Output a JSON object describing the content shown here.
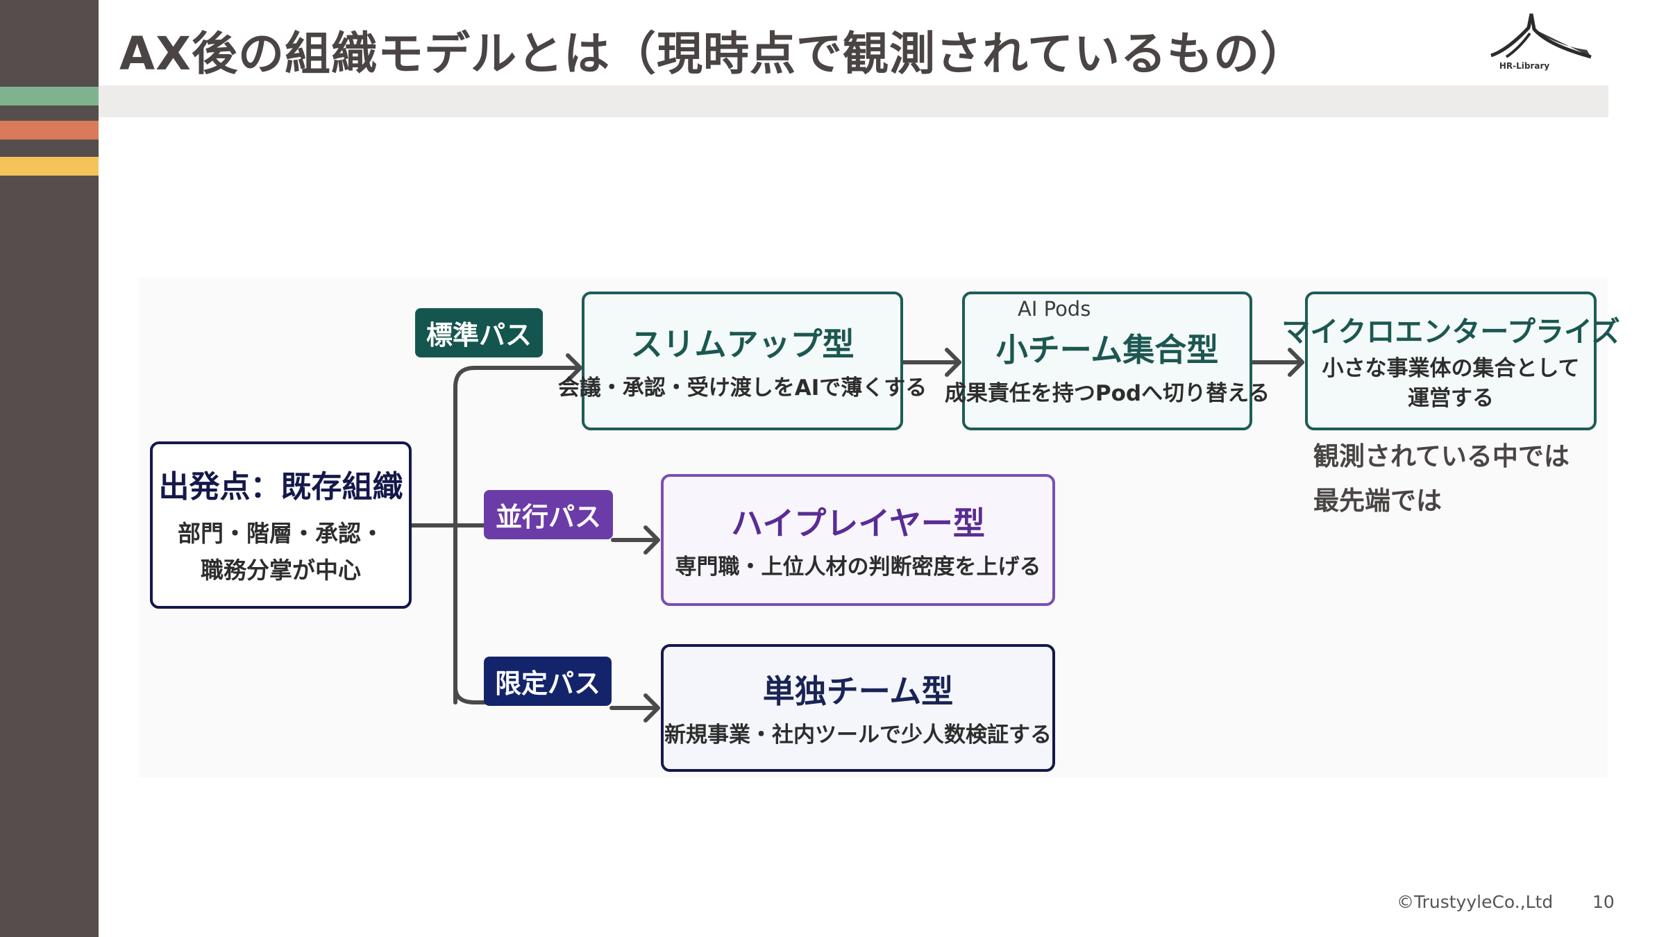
{
  "header": {
    "title": "AX後の組織モデルとは（現時点で観測されているもの）",
    "logo_text": "HR-Library"
  },
  "diagram": {
    "start": {
      "title": "出発点：既存組織",
      "sub_lines": [
        "部門・階層・承認・",
        "職務分掌が中心"
      ]
    },
    "paths": {
      "standard": "標準パス",
      "parallel": "並行パス",
      "limited": "限定パス"
    },
    "nodes": {
      "slim": {
        "title": "スリムアップ型",
        "sub": "会議・承認・受け渡しをAIで薄くする"
      },
      "pods": {
        "tag": "AI Pods",
        "title": "小チーム集合型",
        "sub": "成果責任を持つPodへ切り替える"
      },
      "micro": {
        "title": "マイクロエンタープライズ",
        "sub_lines": [
          "小さな事業体の集合として",
          "運営する"
        ]
      },
      "high_player": {
        "title": "ハイプレイヤー型",
        "sub": "専門職・上位人材の判断密度を上げる"
      },
      "single_team": {
        "title": "単独チーム型",
        "sub": "新規事業・社内ツールで少人数検証する"
      }
    },
    "note_lines": [
      "観測されている中では",
      "最先端では"
    ]
  },
  "footer": {
    "copyright": "©TrustyyleCo.,Ltd",
    "page_number": "10"
  },
  "colors": {
    "sidebar": "#564e4c",
    "stripe_green": "#7fb38f",
    "stripe_orange": "#d97a5b",
    "stripe_yellow": "#f4c35a",
    "teal": "#14564f",
    "purple": "#6b3ca8",
    "navy": "#14246a",
    "connector": "#4a4a4a"
  }
}
